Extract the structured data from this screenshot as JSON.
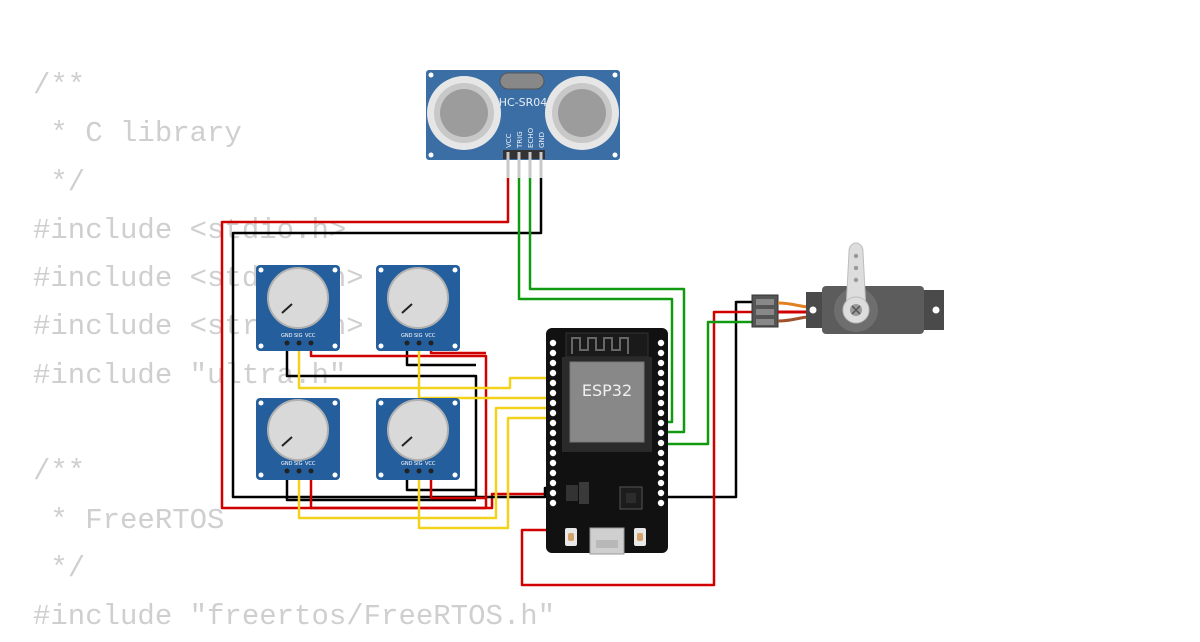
{
  "code_lines": [
    "/**",
    " * C library",
    " */",
    "#include <stdio.h>",
    "#include <stdlib.h>",
    "#include <string.h>",
    "#include \"ultra.h\"",
    "",
    "/**",
    " * FreeRTOS",
    " */",
    "#include \"freertos/FreeRTOS.h\""
  ],
  "sensor": {
    "model": "HC-SR04",
    "pins": [
      "VCC",
      "TRIG",
      "ECHO",
      "GND"
    ]
  },
  "mcu": {
    "label": "ESP32"
  },
  "potentiometers": [
    {
      "pins": [
        "GND",
        "SIG",
        "VCC"
      ]
    },
    {
      "pins": [
        "GND",
        "SIG",
        "VCC"
      ]
    },
    {
      "pins": [
        "GND",
        "SIG",
        "VCC"
      ]
    },
    {
      "pins": [
        "GND",
        "SIG",
        "VCC"
      ]
    }
  ],
  "colors": {
    "wire_power": "#d00000",
    "wire_ground": "#000000",
    "wire_signal_sensor": "#119911",
    "wire_signal_pot": "#f2d21a",
    "board_blue": "#255e9c",
    "sensor_blue": "#3a6ea5",
    "mcu_black": "#111111",
    "chip_grey": "#888888",
    "code_text": "#cfcfcf"
  }
}
